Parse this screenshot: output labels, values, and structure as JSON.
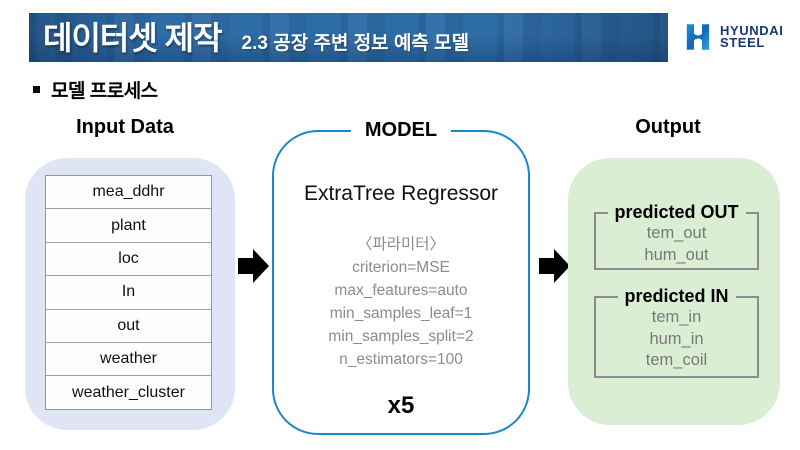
{
  "header": {
    "banner": {
      "title": "데이터셋 제작",
      "subtitle": "2.3 공장 주변 정보 예측 모델"
    },
    "logo": {
      "line1": "HYUNDAI",
      "line2": "STEEL"
    }
  },
  "section": {
    "bullet_label": "모델 프로세스"
  },
  "diagram": {
    "input": {
      "title": "Input Data",
      "rows": [
        "mea_ddhr",
        "plant",
        "loc",
        "In",
        "out",
        "weather",
        "weather_cluster"
      ]
    },
    "model": {
      "title": "MODEL",
      "name": "ExtraTree Regressor",
      "params_title": "〈파라미터〉",
      "params": [
        "criterion=MSE",
        "max_features=auto",
        "min_samples_leaf=1",
        "min_samples_split=2",
        "n_estimators=100"
      ],
      "multiplier": "x5"
    },
    "output": {
      "title": "Output",
      "groups": [
        {
          "label": "predicted OUT",
          "items": [
            "tem_out",
            "hum_out"
          ]
        },
        {
          "label": "predicted IN",
          "items": [
            "tem_in",
            "hum_in",
            "tem_coil"
          ]
        }
      ]
    }
  },
  "colors": {
    "banner_blue": "#2E6CA6",
    "logo_navy": "#163A74",
    "model_border_blue": "#1887CB",
    "input_panel_bg": "#DFE5F4",
    "output_panel_bg": "#D9EED2",
    "muted_text_gray": "#8C8C8C"
  }
}
